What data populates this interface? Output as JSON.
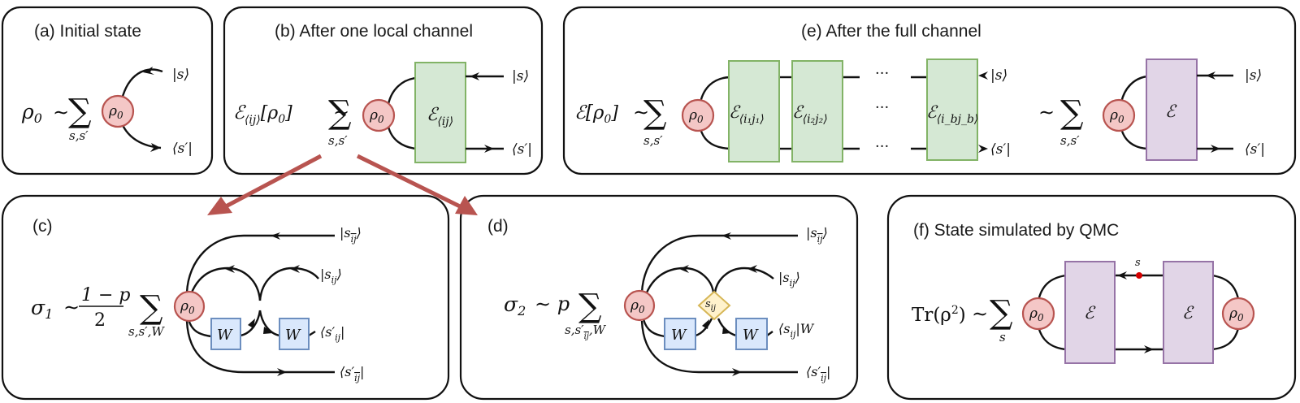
{
  "figure": {
    "panels": {
      "a": {
        "title": "(a) Initial state",
        "lhs": "ρ",
        "lhs_sub": "0",
        "relation": "∼",
        "sum_symbol": "∑",
        "sum_index": "s,s′",
        "node_label": "ρ",
        "node_sub": "0",
        "ket": "|s⟩",
        "bra": "⟨s′|"
      },
      "b": {
        "title": "(b) After one local channel",
        "lhs": "ℰ",
        "lhs_sub": "⟨ij⟩",
        "lhs_arg": "[ρ",
        "lhs_arg_sub": "0",
        "lhs_close": "]",
        "relation": "∼",
        "sum_symbol": "∑",
        "sum_index": "s,s′",
        "node_label": "ρ",
        "node_sub": "0",
        "channel_label": "ℰ",
        "channel_sub": "⟨ij⟩",
        "ket": "|s⟩",
        "bra": "⟨s′|"
      },
      "c": {
        "title": "(c)",
        "lhs": "σ",
        "lhs_sub": "1",
        "relation": "∼",
        "frac_num": "1 − p",
        "frac_den": "2",
        "sum_symbol": "∑",
        "sum_index": "s,s′,W",
        "node_label": "ρ",
        "node_sub": "0",
        "w_label": "W",
        "ket_top": "|s",
        "ket_top_sub": "ij",
        "ket_mid": "|s",
        "ket_mid_sub": "ij",
        "bra_mid": "⟨s′",
        "bra_mid_sub": "ij",
        "bra_bot": "⟨s′",
        "bra_bot_sub": "ij"
      },
      "d": {
        "title": "(d)",
        "lhs": "σ",
        "lhs_sub": "2",
        "relation": "∼ p",
        "sum_symbol": "∑",
        "sum_index": "s,s′",
        "sum_index_sub": "ij",
        "sum_index_tail": ",W",
        "node_label": "ρ",
        "node_sub": "0",
        "w_label": "W",
        "diamond_label": "s",
        "diamond_sub": "ij",
        "ket_top": "|s",
        "ket_top_sub": "ij",
        "ket_mid": "|s",
        "ket_mid_sub": "ij",
        "bra_mid": "⟨s",
        "bra_mid_sub": "ij",
        "bra_mid_tail": "|W",
        "bra_bot": "⟨s′",
        "bra_bot_sub": "ij"
      },
      "e": {
        "title": "(e) After the full channel",
        "lhs": "ℰ[ρ",
        "lhs_sub": "0",
        "lhs_close": "]",
        "relation": "∼",
        "sum_symbol": "∑",
        "sum_index": "s,s′",
        "node_label": "ρ",
        "node_sub": "0",
        "channels": [
          {
            "label": "ℰ",
            "sub": "⟨i₁j₁⟩"
          },
          {
            "label": "ℰ",
            "sub": "⟨i₂j₂⟩"
          },
          {
            "label": "ℰ",
            "sub": "⟨i_bj_b⟩"
          }
        ],
        "ellipsis": "···",
        "ket": "|s⟩",
        "bra": "⟨s′|",
        "relation2": "∼",
        "full_channel_label": "ℰ"
      },
      "f": {
        "title": "(f) State simulated by QMC",
        "lhs": "Tr(ρ",
        "lhs_sup": "2",
        "lhs_close": ")",
        "relation": "∼",
        "sum_symbol": "∑",
        "sum_index": "s",
        "node_label": "ρ",
        "node_sub": "0",
        "full_channel_label": "ℰ",
        "marker_label": "s"
      }
    },
    "colors": {
      "rho_fill": "#f4c7c6",
      "rho_stroke": "#b85450",
      "local_channel_fill": "#d5e8d4",
      "local_channel_stroke": "#82b366",
      "full_channel_fill": "#e1d5e7",
      "full_channel_stroke": "#9673a6",
      "w_fill": "#dae8fc",
      "w_stroke": "#6c8ebf",
      "diamond_fill": "#fff2cc",
      "diamond_stroke": "#d6b656",
      "arrow_color": "#b85450",
      "marker_dot": "#d40000"
    }
  }
}
